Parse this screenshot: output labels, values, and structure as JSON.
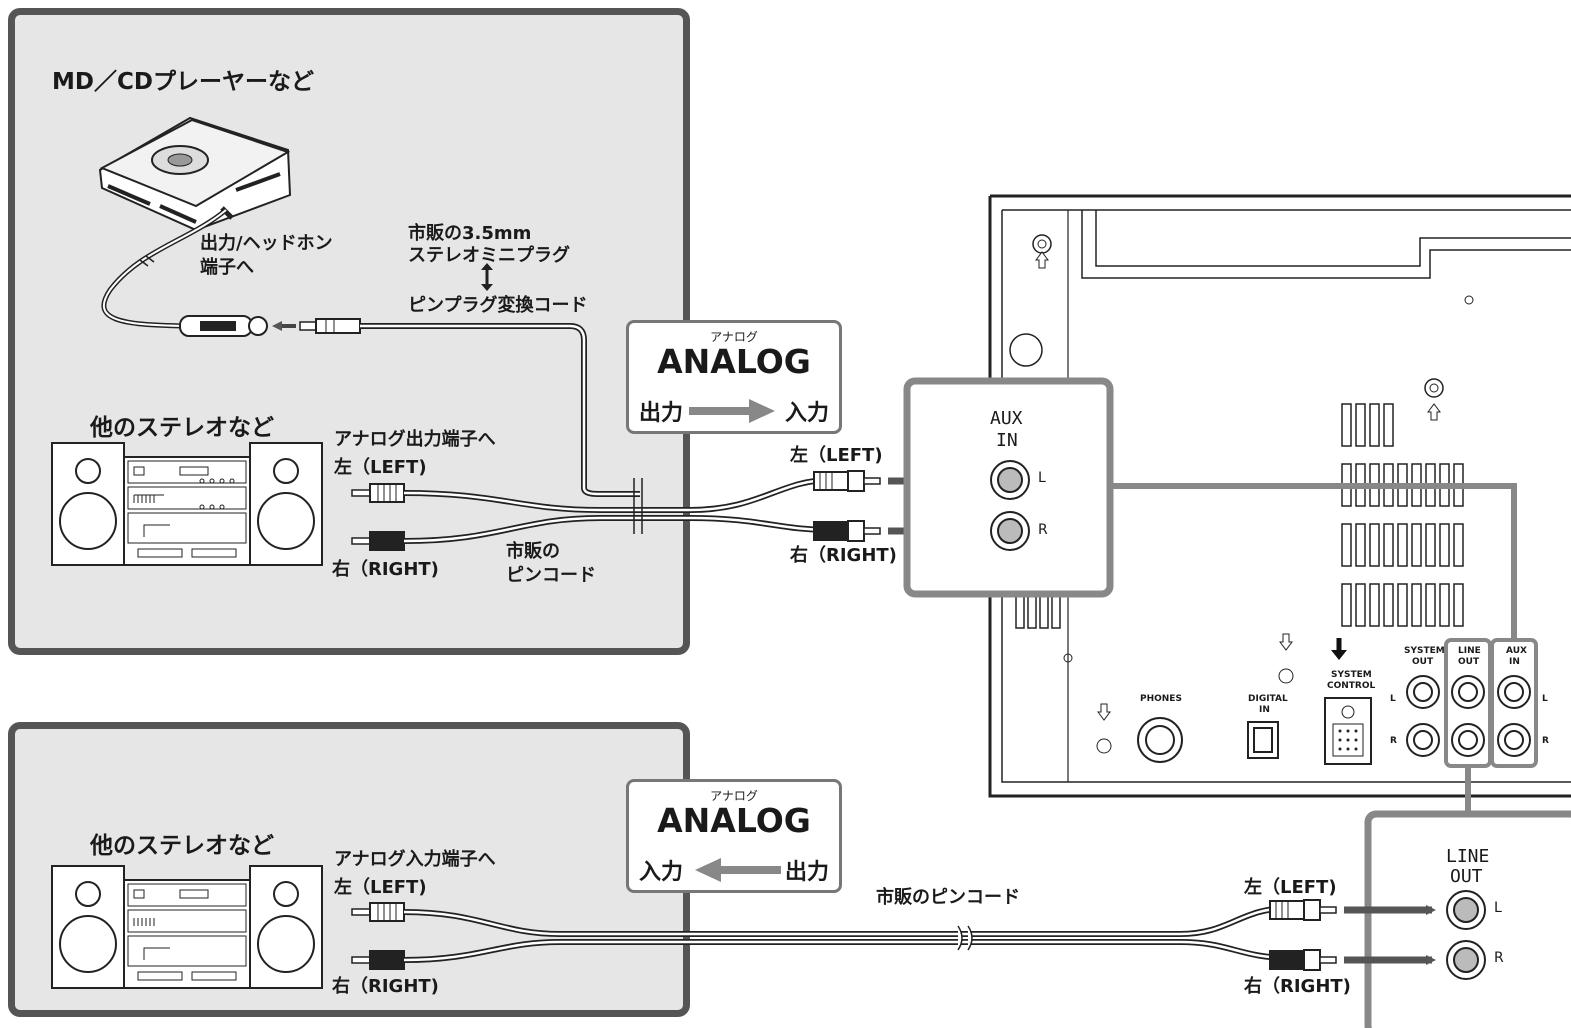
{
  "top_panel": {
    "title": "MD／CDプレーヤーなど",
    "player_jack_label": "出力/ヘッドホン\n端子へ",
    "cable_label_1": "市販の3.5mm",
    "cable_label_2": "ステレオミニプラグ",
    "cable_label_3": "ピンプラグ変換コード",
    "stereo_title": "他のステレオなど",
    "stereo_jack_label": "アナログ出力端子へ",
    "left_label": "左（LEFT)",
    "right_label": "右（RIGHT)",
    "pin_cord_1": "市販の",
    "pin_cord_2": "ピンコード"
  },
  "analog_out": {
    "ruby": "アナログ",
    "title": "ANALOG",
    "from": "出力",
    "to": "入力"
  },
  "aux_zoom": {
    "left_label": "左（LEFT)",
    "right_label": "右（RIGHT)",
    "title_1": "AUX",
    "title_2": "IN",
    "l": "L",
    "r": "R"
  },
  "rear_panel": {
    "phones": "PHONES",
    "digital_in_1": "DIGITAL",
    "digital_in_2": "IN",
    "system_control_1": "SYSTEM",
    "system_control_2": "CONTROL",
    "system_out_1": "SYSTEM",
    "system_out_2": "OUT",
    "line_out_1": "LINE",
    "line_out_2": "OUT",
    "aux_in_1": "AUX",
    "aux_in_2": "IN",
    "l": "L",
    "r": "R"
  },
  "bottom_panel": {
    "stereo_title": "他のステレオなど",
    "stereo_jack_label": "アナログ入力端子へ",
    "left_label": "左（LEFT)",
    "right_label": "右（RIGHT)",
    "pin_cord": "市販のピンコード"
  },
  "analog_in": {
    "ruby": "アナログ",
    "title": "ANALOG",
    "from": "入力",
    "to": "出力"
  },
  "line_out_zoom": {
    "left_label": "左（LEFT)",
    "right_label": "右（RIGHT)",
    "title_1": "LINE",
    "title_2": "OUT",
    "l": "L",
    "r": "R"
  },
  "colors": {
    "panel_bg": "#e6e6e6",
    "panel_border": "#555555",
    "highlight": "#888888"
  }
}
